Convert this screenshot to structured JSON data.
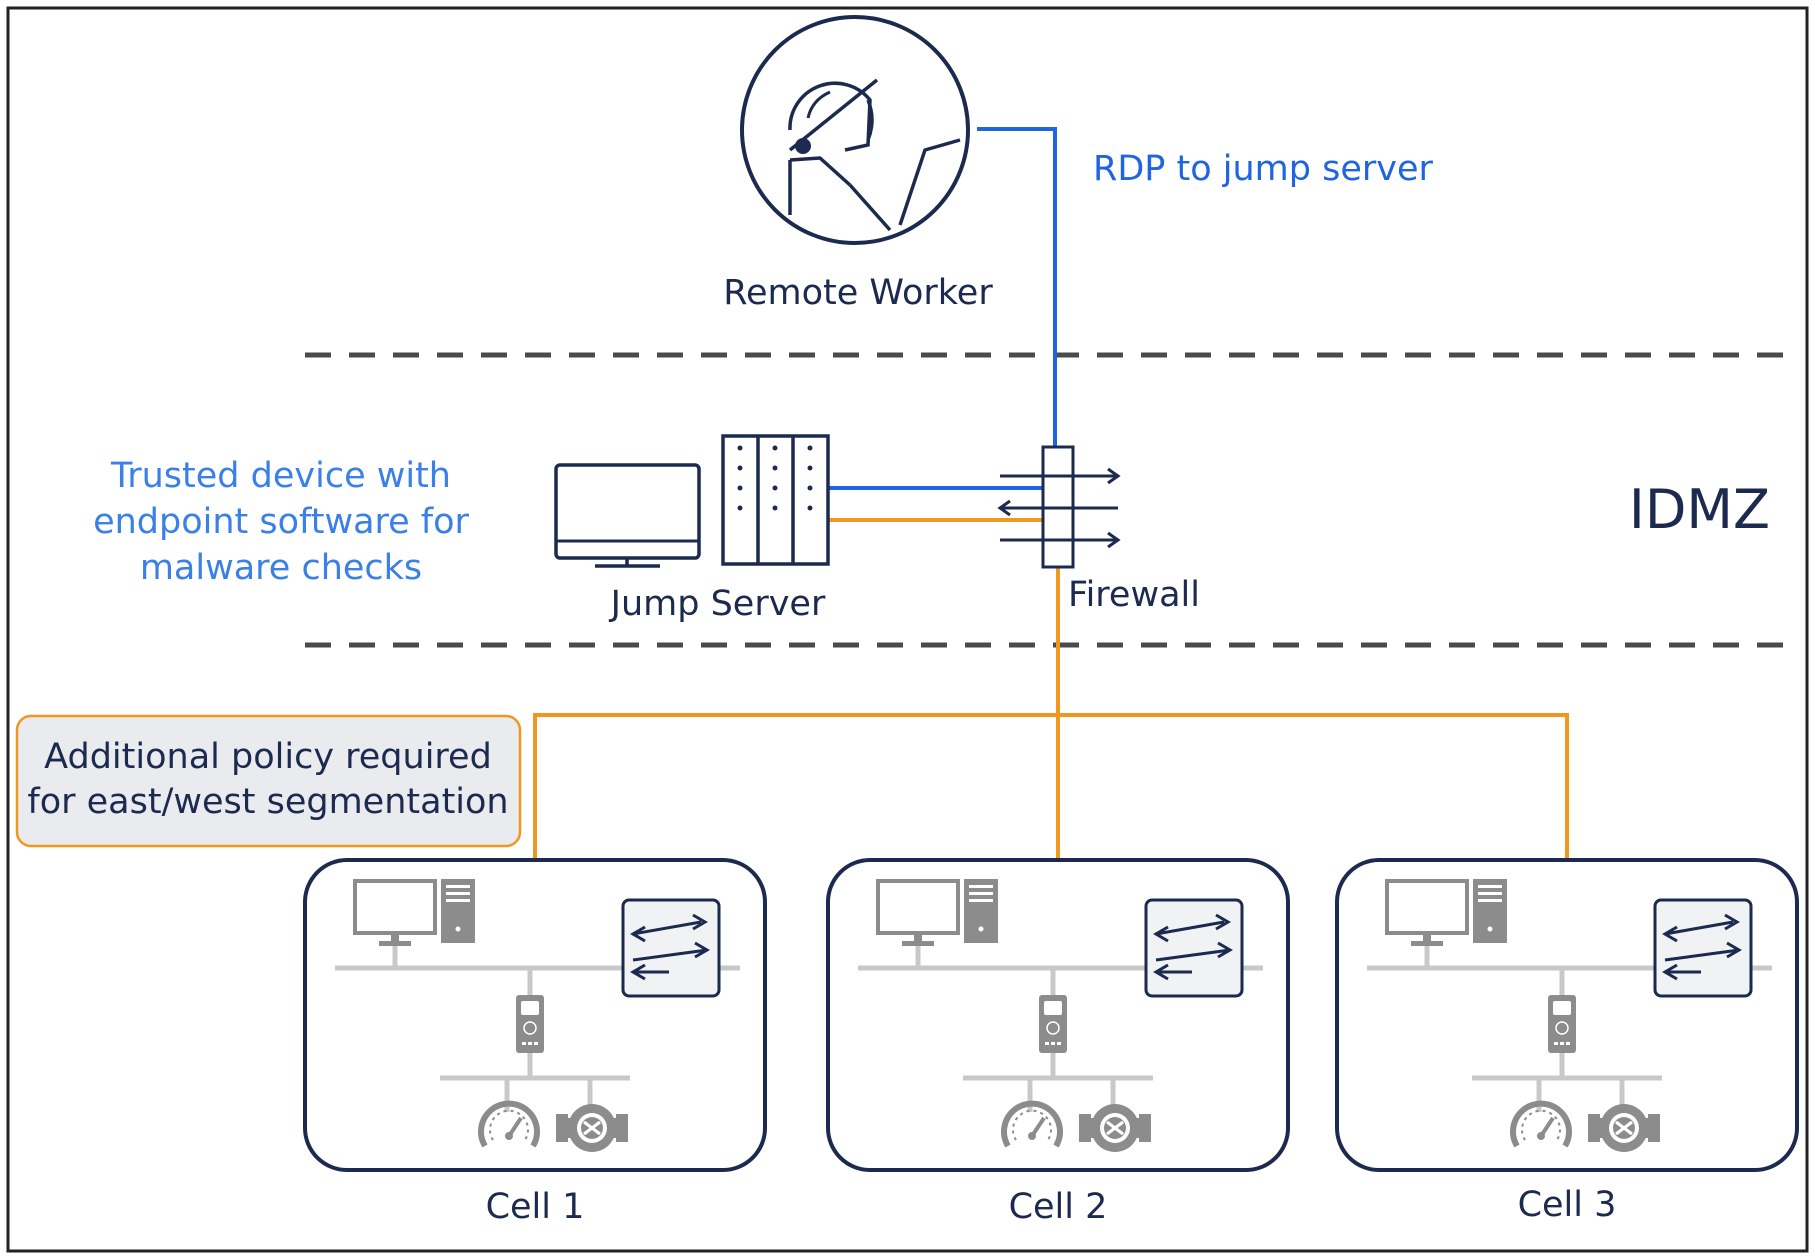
{
  "labels": {
    "remote_worker": "Remote Worker",
    "rdp": "RDP to jump server",
    "trusted_line1": "Trusted device with",
    "trusted_line2": "endpoint software for",
    "trusted_line3": "malware checks",
    "jump_server": "Jump Server",
    "firewall": "Firewall",
    "idmz": "IDMZ",
    "policy_line1": "Additional policy required",
    "policy_line2": "for east/west segmentation"
  },
  "cells": [
    {
      "label": "Cell 1"
    },
    {
      "label": "Cell 2"
    },
    {
      "label": "Cell 3"
    }
  ],
  "colors": {
    "navy": "#1b2a4e",
    "blue_link": "#1f64e0",
    "trusted_text": "#3a80e8",
    "orange": "#f2971e",
    "gray_device": "#8c8c8c",
    "dashed": "#4a4a4a",
    "policy_fill": "#e9ebef",
    "policy_border": "#f2971e"
  }
}
